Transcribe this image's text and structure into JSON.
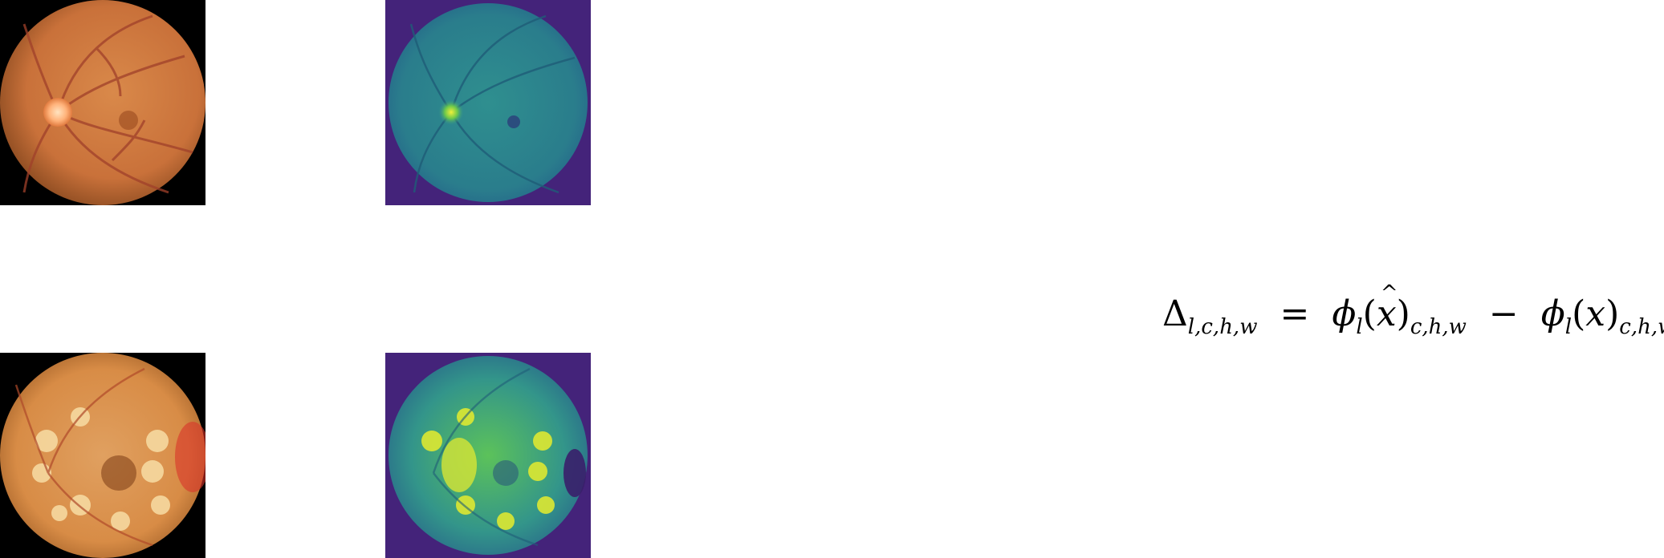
{
  "figure": {
    "panels": [
      {
        "id": "fundus-normal",
        "kind": "fundus-photograph"
      },
      {
        "id": "heatmap-normal",
        "kind": "feature-difference-heatmap"
      },
      {
        "id": "fundus-lesioned",
        "kind": "fundus-photograph"
      },
      {
        "id": "heatmap-lesioned",
        "kind": "feature-difference-heatmap"
      }
    ],
    "colors": {
      "background": "#ffffff",
      "fundus_black": "#000000",
      "fundus_orange": "#d8843a",
      "optic_disc": "#ffb27a",
      "heatmap_background": "#44237a",
      "heatmap_mid": "#2e8b8b",
      "heatmap_high": "#dde832"
    }
  },
  "equation": {
    "delta": "Δ",
    "delta_sub": "l,c,h,w",
    "equals": "=",
    "phi": "ϕ",
    "phi_sub": "l",
    "x_hat": "x",
    "x": "x",
    "chw_sub": "c,h,w",
    "minus": "−",
    "lparen": "(",
    "rparen": ")"
  }
}
